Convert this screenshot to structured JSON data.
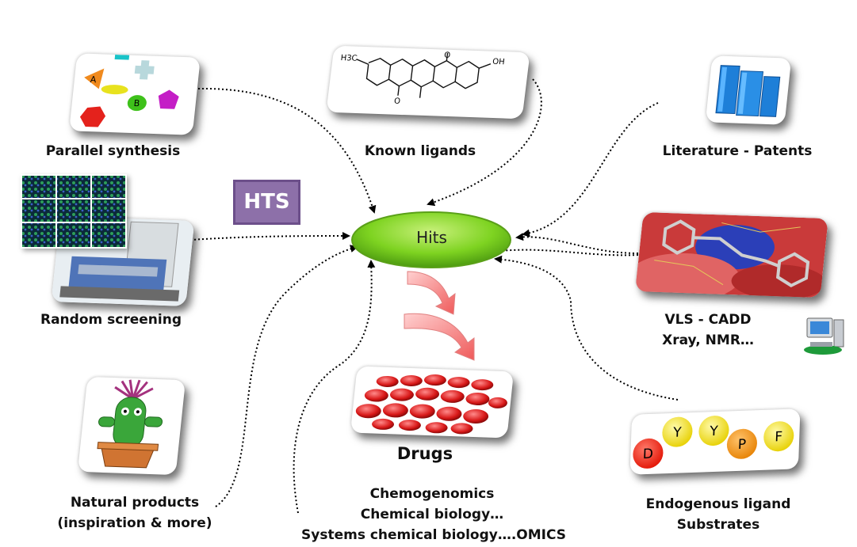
{
  "center": {
    "label": "Hits",
    "color": "#7ed321"
  },
  "hts": {
    "label": "HTS",
    "color": "#8d70a9"
  },
  "nodes": {
    "parallel_synthesis": {
      "label": "Parallel synthesis",
      "shape_letters": [
        "A",
        "B"
      ]
    },
    "known_ligands": {
      "label": "Known ligands",
      "mol_labels": [
        "H3C",
        "O",
        "O",
        "OH"
      ]
    },
    "literature_patents": {
      "label": "Literature - Patents",
      "icon": "books-icon"
    },
    "random_screening": {
      "label": "Random screening",
      "icon": "lab-robot-icon"
    },
    "vls_cadd": {
      "lines": [
        "VLS - CADD",
        "Xray, NMR…"
      ],
      "icon": "computer-icon"
    },
    "natural_products": {
      "lines": [
        "Natural products",
        "(inspiration & more)"
      ],
      "icon": "cactus-icon"
    },
    "endogenous_ligand": {
      "lines": [
        "Endogenous ligand",
        "Substrates"
      ],
      "letters": [
        "D",
        "Y",
        "Y",
        "P",
        "F"
      ]
    },
    "drugs": {
      "title": "Drugs",
      "lines": [
        "Chemogenomics",
        "Chemical biology…",
        "Systems chemical biology….OMICS"
      ],
      "icon": "pills-icon"
    }
  }
}
